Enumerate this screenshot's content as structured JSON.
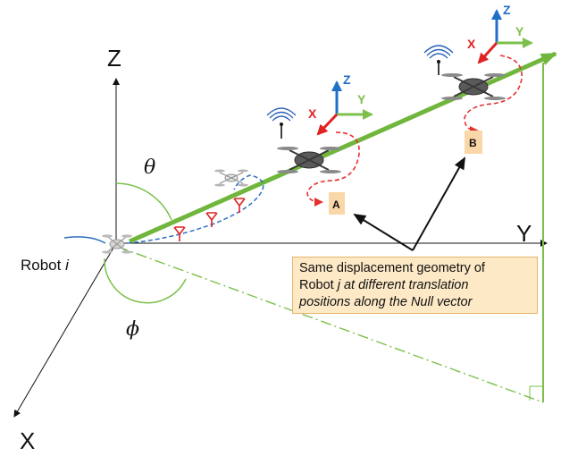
{
  "axes": {
    "z": "Z",
    "y": "Y",
    "x": "X"
  },
  "angles": {
    "theta": "θ",
    "phi": "ϕ"
  },
  "robot_i": {
    "text": "Robot ",
    "var": "i"
  },
  "points": {
    "a": "A",
    "b": "B"
  },
  "frame_labels": {
    "z": "Z",
    "x": "X",
    "y": "Y"
  },
  "note": {
    "line1": "Same displacement geometry of",
    "line2_prefix": "Robot ",
    "line2_var": "j",
    "line2_suffix": " at different translation",
    "line3": "positions along the Null vector"
  },
  "colors": {
    "null_vector": "#70b63c",
    "angle_arc": "#7cc04b",
    "dashed_path": "#2e6fc0",
    "loop_path": "#e53030",
    "frame_z": "#1f6fc9",
    "frame_x": "#e02222",
    "frame_y": "#7cc04b",
    "label_box": "#fad7a8",
    "note_box": "#fde9c6"
  }
}
